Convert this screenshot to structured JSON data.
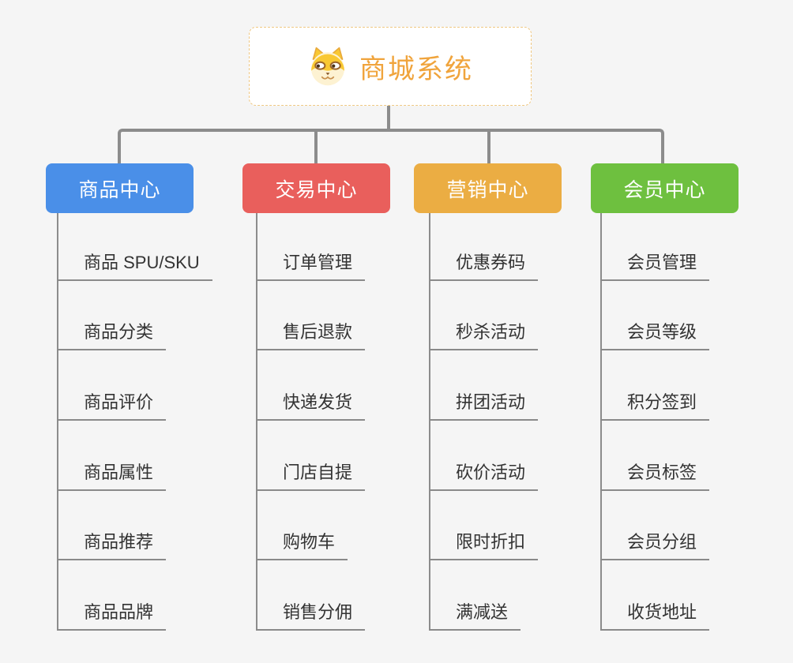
{
  "root": {
    "title": "商城系统",
    "icon": "doge-icon"
  },
  "branches": [
    {
      "label": "商品中心",
      "color": "#4A8FE8",
      "items": [
        "商品 SPU/SKU",
        "商品分类",
        "商品评价",
        "商品属性",
        "商品推荐",
        "商品品牌"
      ]
    },
    {
      "label": "交易中心",
      "color": "#E95F5C",
      "items": [
        "订单管理",
        "售后退款",
        "快递发货",
        "门店自提",
        "购物车",
        "销售分佣"
      ]
    },
    {
      "label": "营销中心",
      "color": "#EBAD43",
      "items": [
        "优惠券码",
        "秒杀活动",
        "拼团活动",
        "砍价活动",
        "限时折扣",
        "满减送"
      ]
    },
    {
      "label": "会员中心",
      "color": "#6EC03F",
      "items": [
        "会员管理",
        "会员等级",
        "积分签到",
        "会员标签",
        "会员分组",
        "收货地址"
      ]
    }
  ],
  "colors": {
    "background": "#F5F5F5",
    "connector": "#8C8C8C",
    "underline": "#8A8A8A",
    "item_text": "#333333",
    "root_title": "#F0A43C",
    "root_border": "#F0C882"
  }
}
